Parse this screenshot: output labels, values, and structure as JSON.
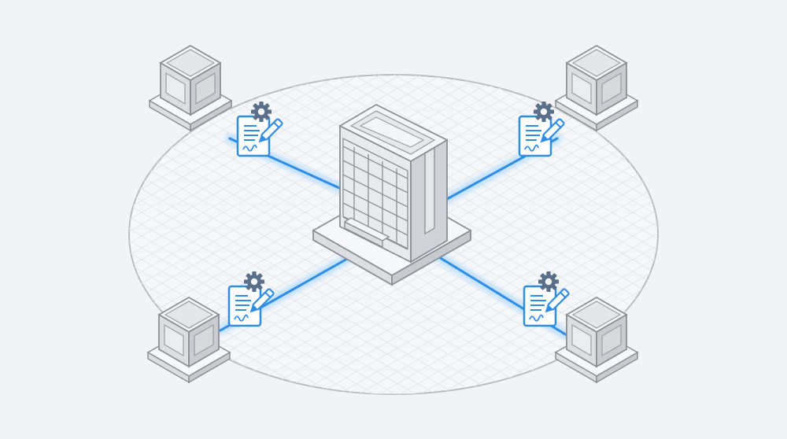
{
  "scene": {
    "description_labels": [],
    "colors": {
      "background": "#f1f3f6",
      "grid": "#e3e7ec",
      "ellipse": "#b9bcc1",
      "link": "#2f8de4",
      "link_glow": "#bfe0fb",
      "document_border": "#2f8de4",
      "gear": "#5a6f8a",
      "building_face_light": "#f4f5f7",
      "building_face_mid": "#dcdee2",
      "building_face_dark": "#c7cace",
      "outline": "#8c9096"
    }
  },
  "nodes": [
    {
      "id": "top-left",
      "icon": "satellite-building-icon"
    },
    {
      "id": "top-right",
      "icon": "satellite-building-icon"
    },
    {
      "id": "bottom-left",
      "icon": "satellite-building-icon"
    },
    {
      "id": "bottom-right",
      "icon": "satellite-building-icon"
    }
  ],
  "hub": {
    "icon": "headquarters-tower-icon"
  },
  "contracts": [
    {
      "id": "top-left",
      "icon": "signed-contract-icon",
      "badge": "gear-icon"
    },
    {
      "id": "top-right",
      "icon": "signed-contract-icon",
      "badge": "gear-icon"
    },
    {
      "id": "bottom-left",
      "icon": "signed-contract-icon",
      "badge": "gear-icon"
    },
    {
      "id": "bottom-right",
      "icon": "signed-contract-icon",
      "badge": "gear-icon"
    }
  ]
}
